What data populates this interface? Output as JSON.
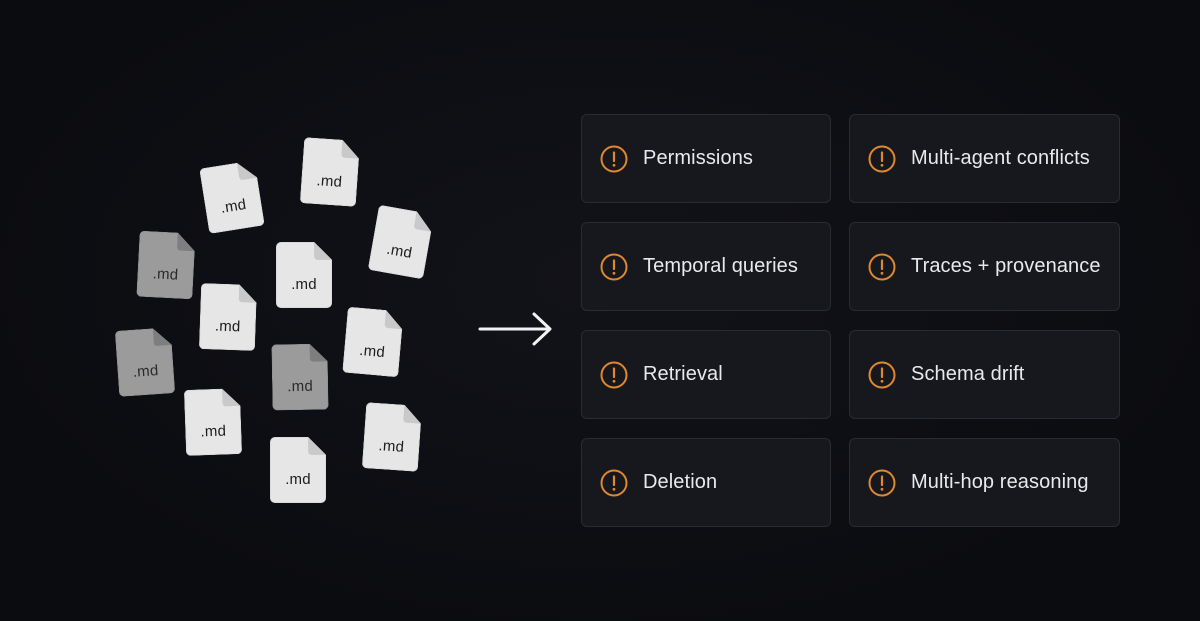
{
  "files": [
    {
      "ext": ".md"
    },
    {
      "ext": ".md"
    },
    {
      "ext": ".md"
    },
    {
      "ext": ".md"
    },
    {
      "ext": ".md"
    },
    {
      "ext": ".md"
    },
    {
      "ext": ".md"
    },
    {
      "ext": ".md"
    },
    {
      "ext": ".md"
    },
    {
      "ext": ".md"
    },
    {
      "ext": ".md"
    },
    {
      "ext": ".md"
    }
  ],
  "issues": [
    {
      "label": "Permissions"
    },
    {
      "label": "Multi-agent conflicts"
    },
    {
      "label": "Temporal queries"
    },
    {
      "label": "Traces + provenance"
    },
    {
      "label": "Retrieval"
    },
    {
      "label": "Schema drift"
    },
    {
      "label": "Deletion"
    },
    {
      "label": "Multi-hop reasoning"
    }
  ],
  "colors": {
    "background": "#0c0d12",
    "card": "#17181d",
    "card_border": "#2a2b31",
    "alert": "#e0882f",
    "file": "#e6e6e6",
    "file_dim": "#9b9b9b",
    "text": "#e9e9ec"
  },
  "icons": {
    "file": "file-icon",
    "arrow": "arrow-right-icon",
    "alert": "exclamation-circle-icon"
  }
}
